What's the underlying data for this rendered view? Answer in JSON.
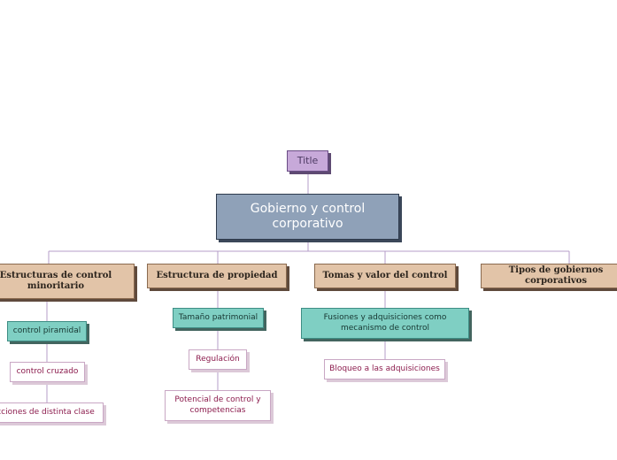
{
  "title_node": {
    "label": "Title"
  },
  "main_node": {
    "label": "Gobierno y control corporativo"
  },
  "categories": [
    {
      "label": "Estructuras de control minoritario",
      "children": [
        {
          "label": "control piramidal",
          "style": "teal"
        },
        {
          "label": "control cruzado",
          "style": "leaf"
        },
        {
          "label": "Acciones de distinta clase",
          "style": "leaf"
        }
      ]
    },
    {
      "label": "Estructura de propiedad",
      "children": [
        {
          "label": "Tamaño patrimonial",
          "style": "teal"
        },
        {
          "label": "Regulación",
          "style": "leaf"
        },
        {
          "label": "Potencial de control y competencias",
          "style": "leaf"
        }
      ]
    },
    {
      "label": "Tomas y valor del control",
      "children": [
        {
          "label": "Fusiones y adquisiciones como mecanismo de control",
          "style": "teal"
        },
        {
          "label": "Bloqueo a las adquisiciones",
          "style": "leaf"
        }
      ]
    },
    {
      "label": "Tipos de gobiernos corporativos",
      "children": []
    }
  ],
  "colors": {
    "connector": "#b49cc8",
    "title_fill": "#c7a9d9",
    "main_fill": "#8fa1b8",
    "category_fill": "#e2c4a8",
    "teal_fill": "#7fcfc3",
    "leaf_text": "#8c1d4e"
  }
}
